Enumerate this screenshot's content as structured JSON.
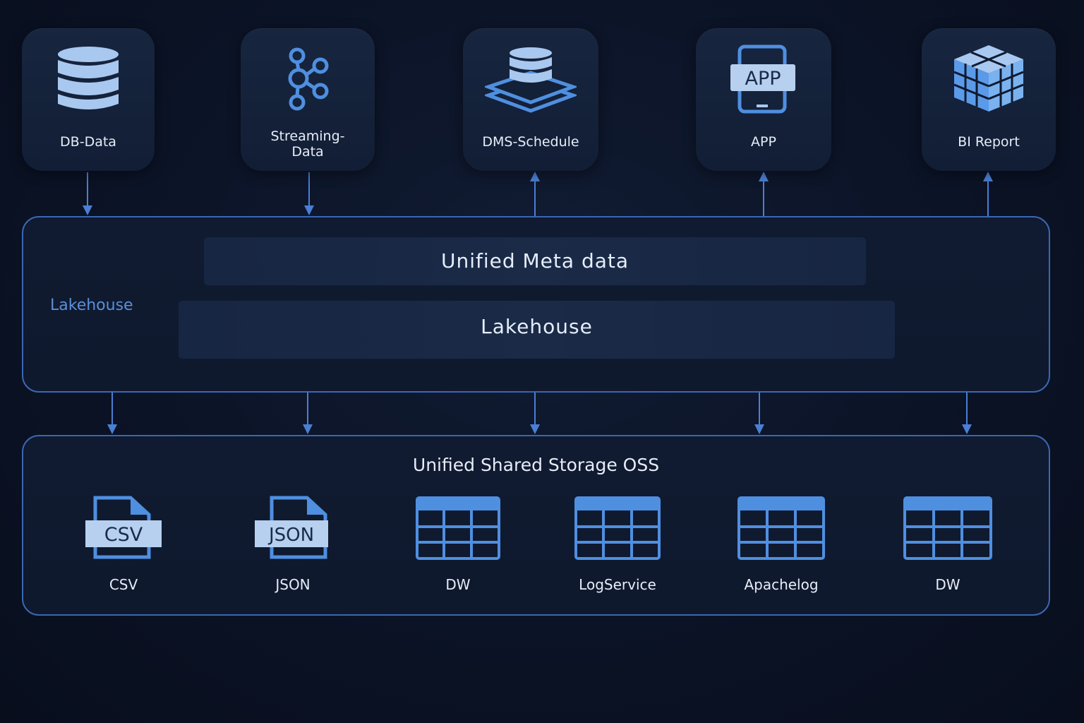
{
  "sources": [
    {
      "label": "DB-Data",
      "icon": "database-icon"
    },
    {
      "label": "Streaming-\nData",
      "icon": "kafka-stream-icon"
    },
    {
      "label": "DMS-Schedule",
      "icon": "layered-database-icon"
    },
    {
      "label": "APP",
      "icon": "tablet-app-icon",
      "badge": "APP"
    },
    {
      "label": "BI Report",
      "icon": "cube-grid-icon"
    }
  ],
  "lakehouse": {
    "side_label": "Lakehouse",
    "meta_bar": "Unified Meta data",
    "lake_bar": "Lakehouse"
  },
  "storage": {
    "title": "Unified Shared Storage OSS",
    "items": [
      {
        "label": "CSV",
        "icon": "csv-file-icon",
        "badge": "CSV"
      },
      {
        "label": "JSON",
        "icon": "json-file-icon",
        "badge": "JSON"
      },
      {
        "label": "DW",
        "icon": "table-icon"
      },
      {
        "label": "LogService",
        "icon": "table-icon"
      },
      {
        "label": "Apachelog",
        "icon": "table-icon"
      },
      {
        "label": "DW",
        "icon": "table-icon"
      }
    ]
  },
  "colors": {
    "accent": "#4a7fd4",
    "icon": "#a9c8f0",
    "border": "#3a67b3",
    "background": "#0b1326"
  }
}
